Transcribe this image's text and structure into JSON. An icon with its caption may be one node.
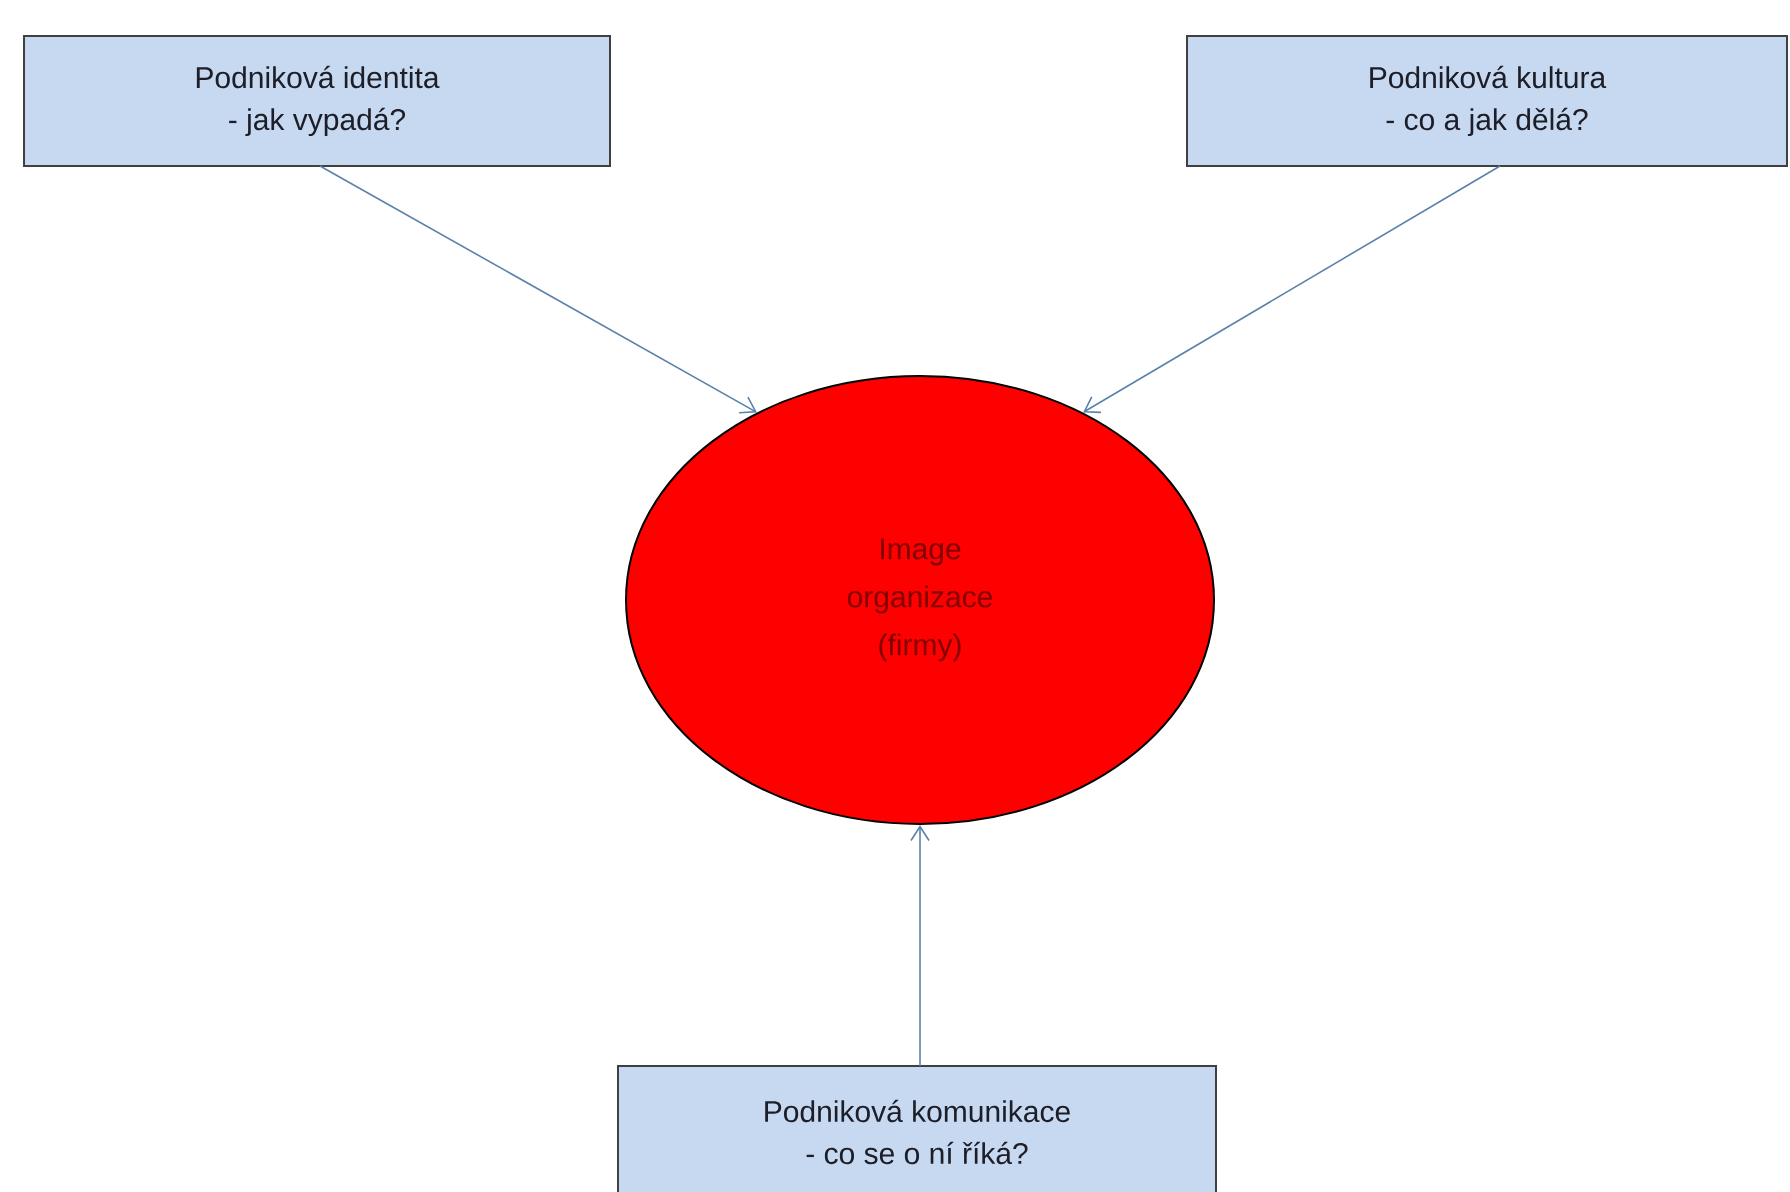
{
  "diagram": {
    "nodes": [
      {
        "text": [
          "Podniková identita",
          "- jak vypadá?"
        ]
      },
      {
        "text": [
          "Podniková kultura",
          "- co a jak dělá?"
        ]
      },
      {
        "text": [
          "Image organizace (firmy)"
        ]
      },
      {
        "text": [
          "Podniková komunikace",
          "- co se o ní říká?"
        ]
      }
    ],
    "edges": [
      {
        "from": 0,
        "to": 2,
        "arrow": "to"
      },
      {
        "from": 1,
        "to": 2,
        "arrow": "to"
      },
      {
        "from": 3,
        "to": 2,
        "arrow": "to"
      }
    ]
  }
}
